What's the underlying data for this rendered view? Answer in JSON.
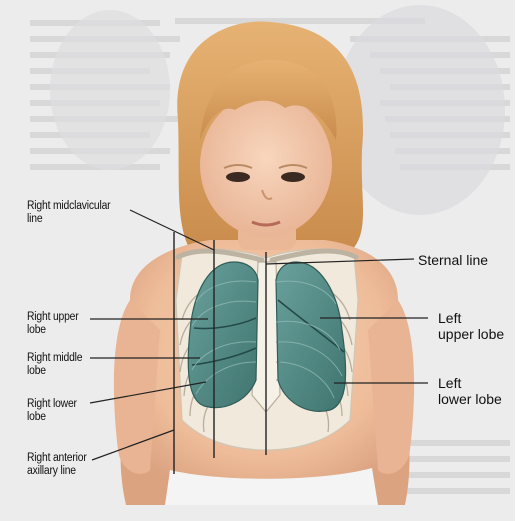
{
  "labels": {
    "right_midclavicular_line": [
      "Right midclavicular",
      "line"
    ],
    "right_upper_lobe": [
      "Right upper",
      "lobe"
    ],
    "right_middle_lobe": [
      "Right middle",
      "lobe"
    ],
    "right_lower_lobe": [
      "Right lower",
      "lobe"
    ],
    "right_anterior_axillary_line": [
      "Right anterior",
      "axillary line"
    ],
    "sternal_line": "Sternal line",
    "left_upper_lobe": [
      "Left",
      "upper lobe"
    ],
    "left_lower_lobe": [
      "Left",
      "lower lobe"
    ]
  },
  "colors": {
    "skin": "#f2c2a2",
    "hair": "#d9a25e",
    "lung": "#5b8f8a",
    "bone": "#f1eadc",
    "background": "#e9e9ea"
  }
}
